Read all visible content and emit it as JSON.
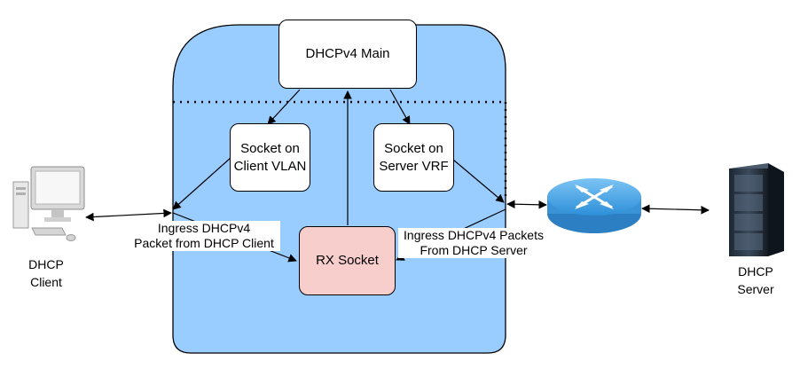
{
  "diagram": {
    "nodes": {
      "main": "DHCPv4 Main",
      "client_vlan": "Socket on\nClient VLAN",
      "server_vrf": "Socket on\nServer VRF",
      "rx": "RX Socket"
    },
    "labels": {
      "ingress_client": "Ingress DHCPv4\nPacket from DHCP Client",
      "ingress_server": "Ingress DHCPv4 Packets\nFrom DHCP Server"
    },
    "endpoints": {
      "client": "DHCP\nClient",
      "server": "DHCP\nServer"
    },
    "icons": {
      "client": "desktop-computer-icon",
      "router": "router-icon",
      "server": "server-rack-icon"
    },
    "colors": {
      "region": "#99ccff",
      "rx_fill": "#f8cecc",
      "box_fill": "#ffffff"
    }
  }
}
